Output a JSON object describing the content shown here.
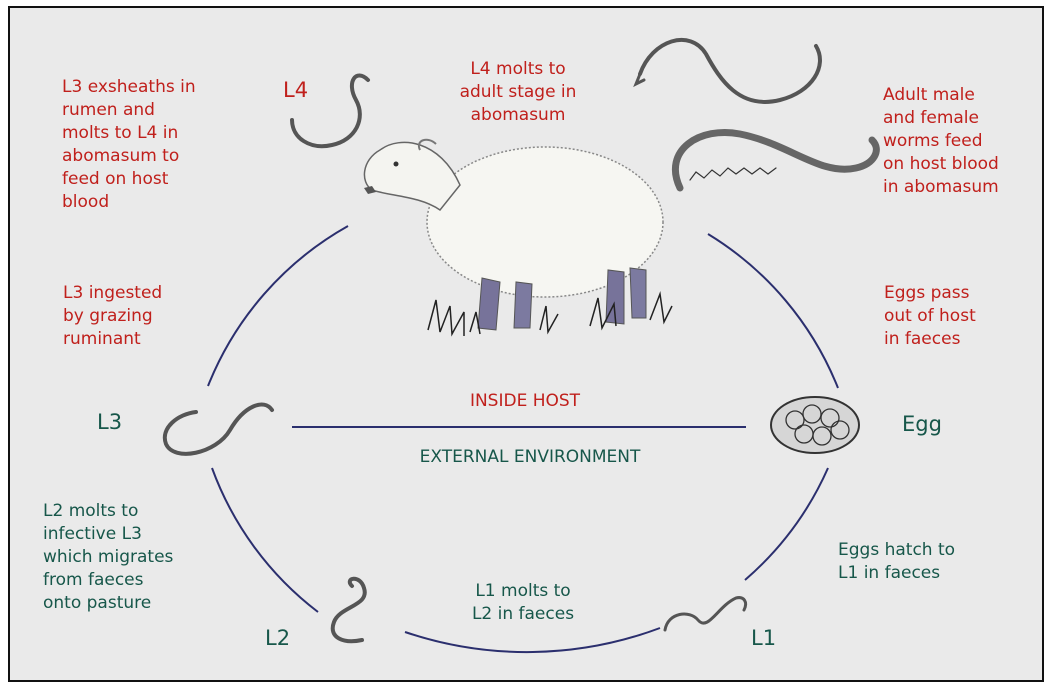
{
  "colors": {
    "inside_host_text": "#c0201c",
    "environment_text": "#17574a",
    "cycle_line": "#2b2f6e",
    "background": "#eaeaea"
  },
  "icons": [
    "sheep-illustration",
    "l4-larva-icon",
    "adult-worm-icon",
    "egg-icon",
    "l3-larva-icon",
    "l2-larva-icon",
    "l1-larva-icon"
  ],
  "stages": {
    "l4": "L4",
    "l3": "L3",
    "l2": "L2",
    "l1": "L1",
    "egg": "Egg"
  },
  "divider": {
    "top": "INSIDE HOST",
    "bottom": "EXTERNAL ENVIRONMENT"
  },
  "captions": {
    "l3_exsheaths": "L3 exsheaths in\nrumen and\nmolts to L4 in\nabomasum to\nfeed on host\nblood",
    "l4_molts": "L4 molts to\nadult stage in\nabomasum",
    "adults_feed": "Adult male\nand female\nworms feed\non host blood\nin abomasum",
    "l3_ingested": "L3 ingested\nby grazing\nruminant",
    "eggs_pass": "Eggs pass\nout of host\nin faeces",
    "l2_molts": "L2 molts to\ninfective L3\nwhich migrates\nfrom faeces\nonto pasture",
    "eggs_hatch": "Eggs hatch to\nL1 in faeces",
    "l1_molts": "L1 molts to\nL2 in faeces"
  }
}
